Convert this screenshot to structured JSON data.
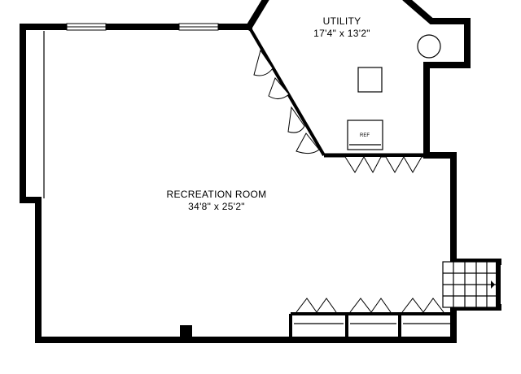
{
  "rooms": {
    "utility": {
      "name": "UTILITY",
      "dimensions": "17'4\" x 13'2\""
    },
    "recreation": {
      "name": "RECREATION ROOM",
      "dimensions": "34'8\" x 25'2\""
    }
  },
  "fixtures": {
    "ref_label": "REF"
  },
  "colors": {
    "wall": "#000000",
    "background": "#ffffff"
  }
}
